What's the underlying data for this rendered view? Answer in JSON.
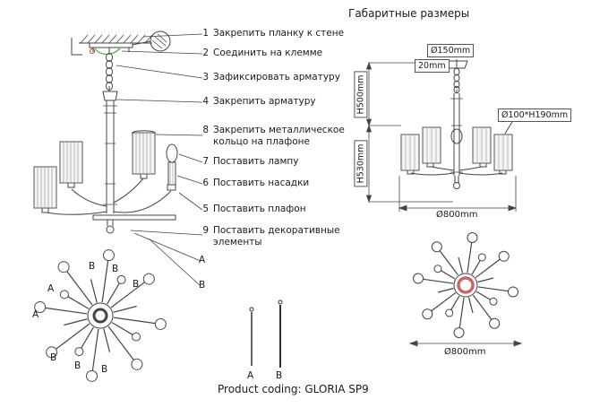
{
  "title": "Габаритные размеры",
  "product_coding": "Product coding: GLORIA SP9",
  "instructions": [
    {
      "num": "1",
      "text": "Закрепить планку к стене"
    },
    {
      "num": "2",
      "text": "Соединить на клемме"
    },
    {
      "num": "3",
      "text": "Зафиксировать арматуру"
    },
    {
      "num": "4",
      "text": "Закрепить арматуру"
    },
    {
      "num": "8",
      "text": "Закрепить металлическое кольцо на плафоне"
    },
    {
      "num": "7",
      "text": "Поставить лампу"
    },
    {
      "num": "6",
      "text": "Поставить насадки"
    },
    {
      "num": "5",
      "text": "Поставить плафон"
    },
    {
      "num": "9",
      "text": "Поставить декоративные элементы"
    }
  ],
  "labels": {
    "a": "A",
    "b": "B"
  },
  "dimensions": {
    "top_diameter": "Ø150mm",
    "canopy_height": "20mm",
    "h500": "H500mm",
    "h530": "H530mm",
    "shade_size": "Ø100*H190mm",
    "width": "Ø800mm",
    "bottom_width": "Ø800mm"
  },
  "colors": {
    "line": "#444444",
    "green_wire": "#2a9d2a",
    "red_accent": "#cc3333",
    "center_ring": "#cc6666"
  }
}
